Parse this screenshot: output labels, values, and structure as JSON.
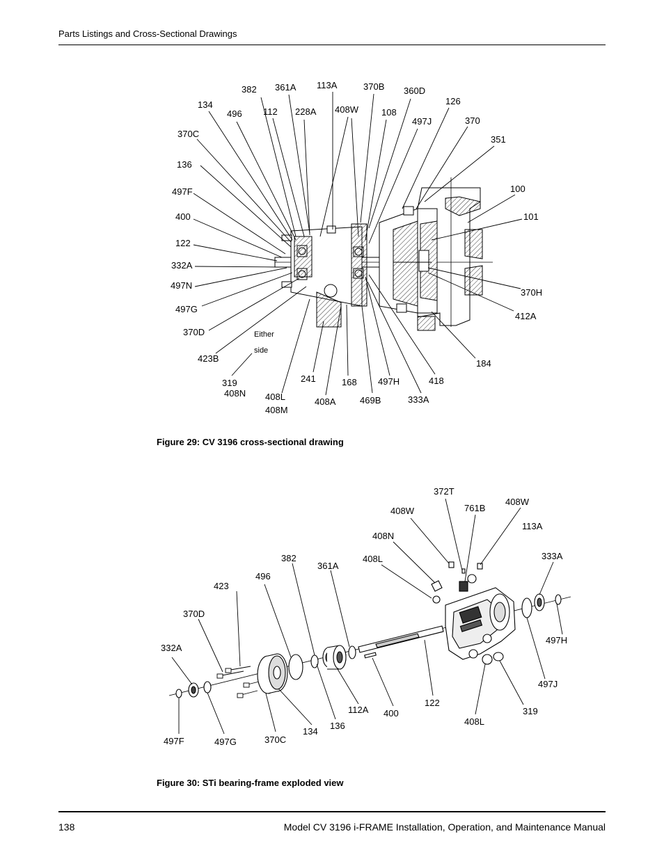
{
  "header": {
    "section_title": "Parts Listings and Cross-Sectional Drawings"
  },
  "figure29": {
    "caption": "Figure 29: CV 3196 cross-sectional drawing",
    "callouts": {
      "c382": "382",
      "c361A": "361A",
      "c113A": "113A",
      "c370B": "370B",
      "c360D": "360D",
      "c134": "134",
      "c496": "496",
      "c112": "112",
      "c228A": "228A",
      "c408W": "408W",
      "c108": "108",
      "c126": "126",
      "c497J": "497J",
      "c370": "370",
      "c370C": "370C",
      "c351": "351",
      "c136": "136",
      "c497F": "497F",
      "c100": "100",
      "c400": "400",
      "c101": "101",
      "c122": "122",
      "c332A": "332A",
      "c497N": "497N",
      "c370H": "370H",
      "c497G": "497G",
      "c412A": "412A",
      "c370D": "370D",
      "c423B": "423B",
      "c184": "184",
      "c319": "319",
      "c408N": "408N",
      "c241": "241",
      "c168": "168",
      "c497H": "497H",
      "c418": "418",
      "c408L": "408L",
      "c408M": "408M",
      "c408A": "408A",
      "c469B": "469B",
      "c333A": "333A",
      "either": "Either",
      "side": "side"
    }
  },
  "figure30": {
    "caption": "Figure 30: STi bearing-frame exploded view",
    "callouts": {
      "c372T": "372T",
      "c408W_a": "408W",
      "c761B": "761B",
      "c408W_b": "408W",
      "c408N": "408N",
      "c113A": "113A",
      "c382": "382",
      "c361A": "361A",
      "c408L_a": "408L",
      "c333A": "333A",
      "c423": "423",
      "c496": "496",
      "c370D": "370D",
      "c497H": "497H",
      "c332A": "332A",
      "c112A": "112A",
      "c400": "400",
      "c122": "122",
      "c497J": "497J",
      "c319": "319",
      "c136": "136",
      "c134": "134",
      "c408L_b": "408L",
      "c497F": "497F",
      "c497G": "497G",
      "c370C": "370C"
    }
  },
  "footer": {
    "page_number": "138",
    "manual_title": "Model CV 3196 i-FRAME Installation, Operation, and Maintenance Manual"
  }
}
